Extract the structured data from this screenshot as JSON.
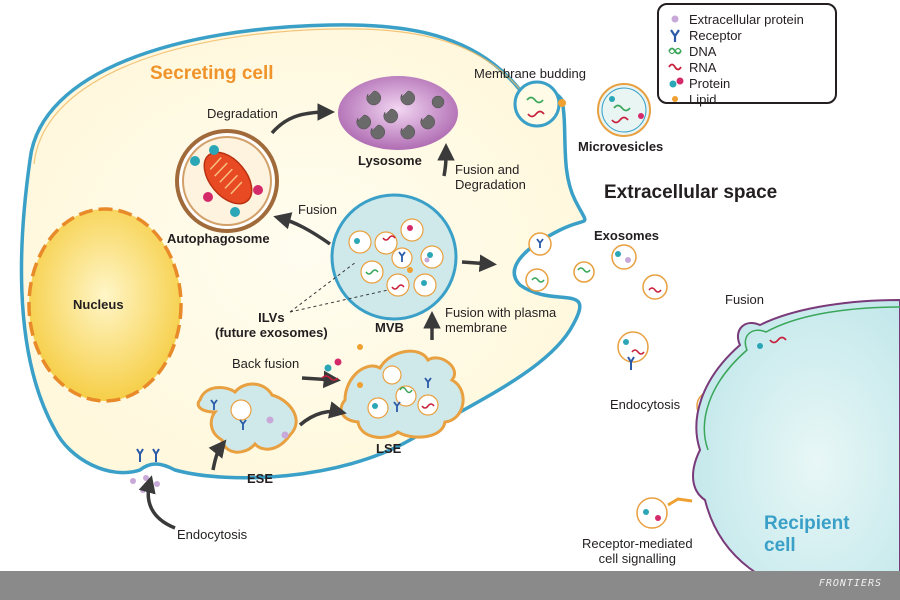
{
  "labels": {
    "secreting_cell": "Secreting cell",
    "nucleus": "Nucleus",
    "degradation": "Degradation",
    "lysosome": "Lysosome",
    "fusion_and_degradation": "Fusion and\nDegradation",
    "autophagosome": "Autophagosome",
    "fusion_1": "Fusion",
    "mvb": "MVB",
    "ilvs": "ILVs\n(future exosomes)",
    "back_fusion": "Back fusion",
    "fusion_with_plasma_membrane": "Fusion with plasma\nmembrane",
    "lse": "LSE",
    "ese": "ESE",
    "endocytosis_1": "Endocytosis",
    "membrane_budding": "Membrane budding",
    "microvesicles": "Microvesicles",
    "extracellular_space": "Extracellular space",
    "exosomes": "Exosomes",
    "fusion_2": "Fusion",
    "endocytosis_2": "Endocytosis",
    "receptor_mediated": "Receptor-mediated\ncell signalling",
    "recipient_cell": "Recipient\ncell"
  },
  "legend": [
    {
      "label": "Extracellular protein",
      "icon": "extracellular-protein-icon"
    },
    {
      "label": "Receptor",
      "icon": "receptor-icon"
    },
    {
      "label": "DNA",
      "icon": "dna-icon"
    },
    {
      "label": "RNA",
      "icon": "rna-icon"
    },
    {
      "label": "Protein",
      "icon": "protein-icon"
    },
    {
      "label": "Lipid",
      "icon": "lipid-icon"
    }
  ],
  "footer": "FRONTIERS",
  "colors": {
    "cell_fill": "#fffbe6",
    "membrane": "#3aa0c8",
    "secreting_cell_title": "#f0932a",
    "nucleus": "#f7d24c",
    "lysosome": "#a45aa8",
    "endosome_fill": "#cfe9ea",
    "endosome_border": "#e8a040",
    "recipient_fill": "#cfeef0",
    "recipient_title": "#3aa0c8",
    "receptor": "#2a5aa8",
    "dna": "#3aa65a",
    "rna": "#c8203c",
    "protein_teal": "#2aa6b6",
    "protein_pink": "#d42a6a",
    "lipid": "#f0a030",
    "extracellular_protein": "#c8a8d8",
    "arrow": "#3a3a3a"
  }
}
